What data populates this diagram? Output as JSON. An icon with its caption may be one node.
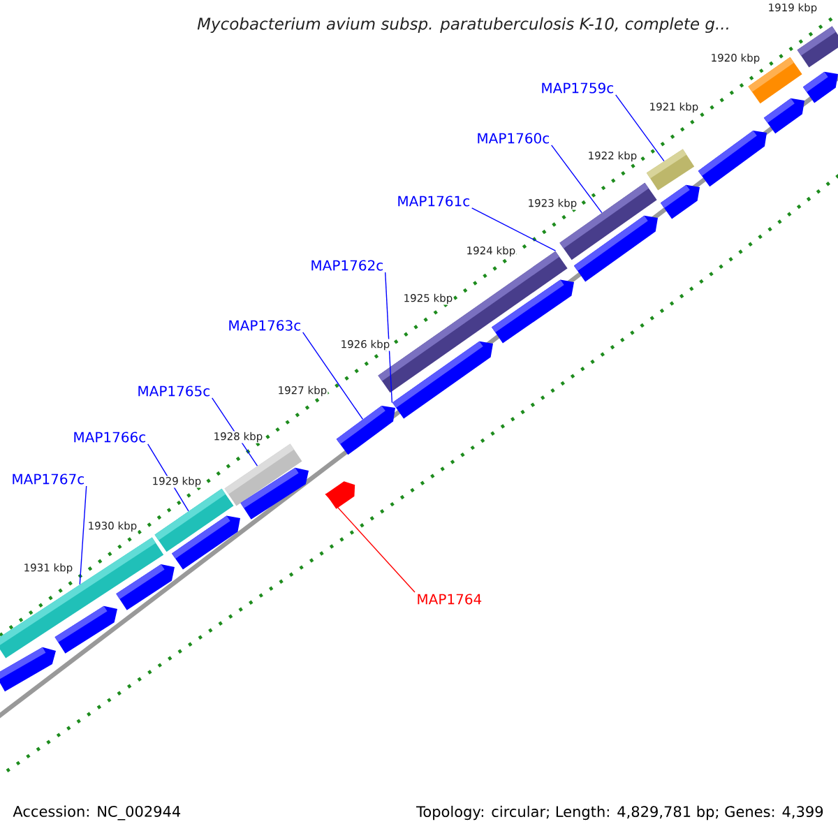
{
  "diagram": {
    "title": "Mycobacterium avium subsp. paratuberculosis K-10, complete g...",
    "nodes": [
      {
        "text": [
          "MAP1759c"
        ]
      },
      {
        "text": [],
        "shape": "bar"
      },
      {
        "text": [
          "MAP1760c"
        ]
      },
      {
        "text": [],
        "shape": "bar"
      },
      {
        "text": [
          "MAP1761c"
        ]
      },
      {
        "text": [],
        "shape": "bar"
      },
      {
        "text": [
          "MAP1762c"
        ]
      },
      {
        "text": [],
        "shape": "bar"
      },
      {
        "text": [
          "MAP1763c"
        ]
      },
      {
        "text": [],
        "shape": "bar"
      },
      {
        "text": [
          "MAP1765c"
        ]
      },
      {
        "text": [],
        "shape": "bar"
      },
      {
        "text": [
          "MAP1766c"
        ]
      },
      {
        "text": [],
        "shape": "bar"
      },
      {
        "text": [
          "MAP1767c"
        ]
      },
      {
        "text": [],
        "shape": "bar"
      },
      {
        "text": [
          "MAP1764"
        ]
      },
      {
        "text": [],
        "shape": "bar"
      },
      {
        "text": [],
        "shape": "bar"
      },
      {
        "text": [],
        "shape": "bar"
      },
      {
        "text": [],
        "shape": "bar"
      },
      {
        "text": [],
        "shape": "bar"
      },
      {
        "text": [],
        "shape": "bar"
      },
      {
        "text": [],
        "shape": "bar"
      },
      {
        "text": [],
        "shape": "bar"
      },
      {
        "text": [],
        "shape": "bar"
      },
      {
        "text": [],
        "shape": "bar"
      },
      {
        "text": [],
        "shape": "bar"
      },
      {
        "text": [],
        "shape": "bar"
      },
      {
        "text": [],
        "shape": "bar"
      },
      {
        "text": [],
        "shape": "bar"
      }
    ],
    "edges": [
      {
        "from": 0,
        "to": 1,
        "arrow": "none"
      },
      {
        "from": 2,
        "to": 3,
        "arrow": "none"
      },
      {
        "from": 4,
        "to": 5,
        "arrow": "none"
      },
      {
        "from": 6,
        "to": 7,
        "arrow": "none"
      },
      {
        "from": 8,
        "to": 9,
        "arrow": "none"
      },
      {
        "from": 10,
        "to": 11,
        "arrow": "none"
      },
      {
        "from": 12,
        "to": 13,
        "arrow": "none"
      },
      {
        "from": 14,
        "to": 15,
        "arrow": "none"
      },
      {
        "from": 16,
        "to": 17,
        "arrow": "none",
        "color": "#ff0000"
      }
    ],
    "labels": [
      "1919 kbp",
      "1920 kbp",
      "1921 kbp",
      "1922 kbp",
      "1923 kbp",
      "1924 kbp",
      "1925 kbp",
      "1926 kbp",
      "1927 kbp",
      "1928 kbp",
      "1929 kbp",
      "1930 kbp",
      "1931 kbp",
      "Accession: NC_002944",
      "Topology: circular; Length: 4,829,781 bp; Genes: 4,399"
    ]
  }
}
